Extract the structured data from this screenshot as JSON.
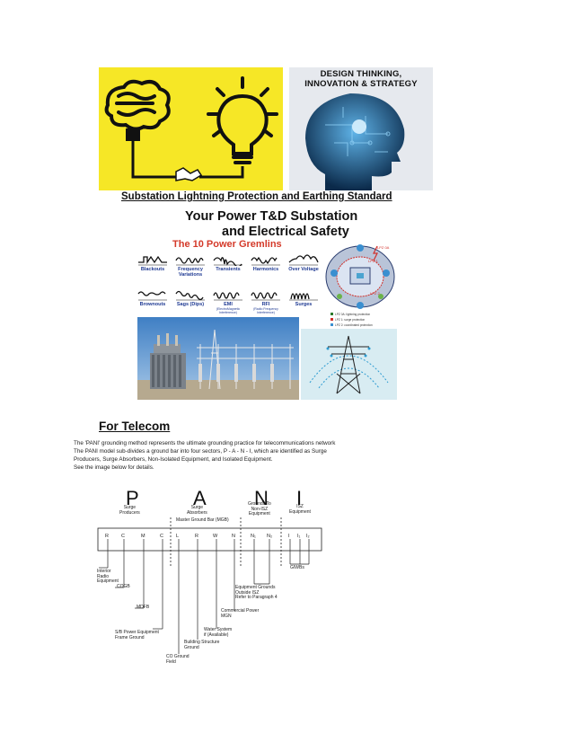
{
  "banner": {
    "caption_line1": "DESIGN THINKING,",
    "caption_line2": "INNOVATION & STRATEGY"
  },
  "titles": {
    "substation": "Substation Lightning Protection and Earthing Standard",
    "power_line1": "Your Power T&D Substation",
    "power_line2": "and Electrical Safety"
  },
  "gremlins": {
    "title": "The 10 Power Gremlins",
    "row1": [
      {
        "label": "Blackouts",
        "sub": ""
      },
      {
        "label": "Frequency Variations",
        "sub": ""
      },
      {
        "label": "Transients",
        "sub": ""
      },
      {
        "label": "Harmonics",
        "sub": ""
      },
      {
        "label": "Over Voltage",
        "sub": ""
      }
    ],
    "row2": [
      {
        "label": "Brownouts",
        "sub": ""
      },
      {
        "label": "Sags (Dips)",
        "sub": ""
      },
      {
        "label": "EMI",
        "sub": "(ElectroMagnetic Interference)"
      },
      {
        "label": "RFI",
        "sub": "(Radio Frequency Interference)"
      },
      {
        "label": "Surges",
        "sub": ""
      }
    ]
  },
  "lpz": {
    "zone_a": "LPZ 0A",
    "zone_b": "LPZ 1",
    "zone_c": "LPZ 2"
  },
  "telecom": {
    "heading": "For Telecom",
    "lines": [
      "The 'PANI' grounding method represents the ultimate grounding practice for telecommunications network",
      "The PANI model sub-divides a ground bar into four sectors, P - A - N - I, which are identified as Surge",
      "Producers, Surge Absorbers, Non-Isolated Equipment, and Isolated Equipment.",
      "See the image below for details."
    ]
  },
  "pani": {
    "letters": [
      "P",
      "A",
      "N",
      "I"
    ],
    "top_labels": {
      "p": "Surge\nProducers",
      "a": "Surge\nAbsorbers",
      "n": "Grounds To\nNon-ISZ\nEquipment",
      "i": "ISZ\nEquipment"
    },
    "mgb_label": "Master Ground Bar (MGB)",
    "bar_cells": [
      "R",
      "C",
      "M",
      "C",
      "L",
      "R",
      "W",
      "N",
      "N₁",
      "N₂",
      "I",
      "I₁",
      "I₂"
    ],
    "callouts": {
      "interior_radio": "Interior\nRadio\nEquipment",
      "cogb": "COGB",
      "mdfb": "MDFB",
      "sb_power": "S/B Power Equipment\nFrame Ground",
      "co_ground": "CO Ground\nField",
      "building_steel": "Building Structure\nGround",
      "water_system": "Water System\nif (Available)",
      "commercial_power": "Commercial Power\nMGN",
      "equipment_grounds": "Equipment Grounds\nOutside ISZ\nRefer to Paragraph 4",
      "giwbs": "GIWBs"
    }
  }
}
